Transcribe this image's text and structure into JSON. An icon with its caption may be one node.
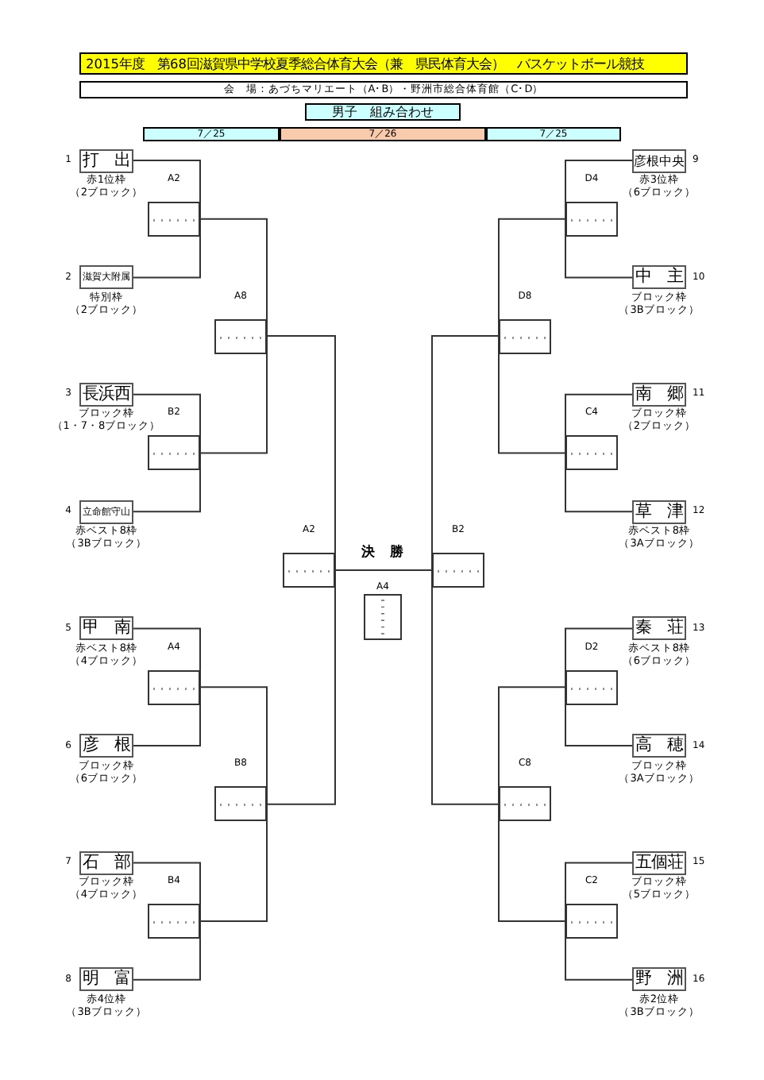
{
  "diagram": {
    "title": "2015年度　第68回滋賀県中学校夏季総合体育大会（兼　県民体育大会）　バスケットボール競技",
    "nodes": [
      {
        "text": [
          "打　出"
        ],
        "beside": [
          "1",
          "赤1位枠",
          "（2ブロック）"
        ]
      },
      {
        "text": [
          "滋賀大附属"
        ],
        "beside": [
          "2",
          "特別枠",
          "（2ブロック）"
        ]
      },
      {
        "text": [
          "長浜西"
        ],
        "beside": [
          "3",
          "ブロック枠",
          "（1・7・8ブロック）"
        ]
      },
      {
        "text": [
          "立命館守山"
        ],
        "beside": [
          "4",
          "赤ベスト8枠",
          "（3Bブロック）"
        ]
      },
      {
        "text": [
          "甲　南"
        ],
        "beside": [
          "5",
          "赤ベスト8枠",
          "（4ブロック）"
        ]
      },
      {
        "text": [
          "彦　根"
        ],
        "beside": [
          "6",
          "ブロック枠",
          "（6ブロック）"
        ]
      },
      {
        "text": [
          "石　部"
        ],
        "beside": [
          "7",
          "ブロック枠",
          "（4ブロック）"
        ]
      },
      {
        "text": [
          "明　富"
        ],
        "beside": [
          "8",
          "赤4位枠",
          "（3Bブロック）"
        ]
      },
      {
        "text": [
          "彦根中央"
        ],
        "beside": [
          "9",
          "赤3位枠",
          "（6ブロック）"
        ]
      },
      {
        "text": [
          "中　主"
        ],
        "beside": [
          "10",
          "ブロック枠",
          "（3Bブロック）"
        ]
      },
      {
        "text": [
          "南　郷"
        ],
        "beside": [
          "11",
          "ブロック枠",
          "（2ブロック）"
        ]
      },
      {
        "text": [
          "草　津"
        ],
        "beside": [
          "12",
          "赤ベスト8枠",
          "（3Aブロック）"
        ]
      },
      {
        "text": [
          "秦　荘"
        ],
        "beside": [
          "13",
          "赤ベスト8枠",
          "（6ブロック）"
        ]
      },
      {
        "text": [
          "高　穂"
        ],
        "beside": [
          "14",
          "ブロック枠",
          "（3Aブロック）"
        ]
      },
      {
        "text": [
          "五個荘"
        ],
        "beside": [
          "15",
          "ブロック枠",
          "（5ブロック）"
        ]
      },
      {
        "text": [
          "野　洲"
        ],
        "beside": [
          "16",
          "赤2位枠",
          "（3Bブロック）"
        ]
      },
      {
        "text": [],
        "shape": "box",
        "beside": [
          "A2"
        ]
      },
      {
        "text": [],
        "shape": "box",
        "beside": [
          "B2"
        ]
      },
      {
        "text": [],
        "shape": "box",
        "beside": [
          "A4"
        ]
      },
      {
        "text": [],
        "shape": "box",
        "beside": [
          "B4"
        ]
      },
      {
        "text": [],
        "shape": "box",
        "beside": [
          "A8"
        ]
      },
      {
        "text": [],
        "shape": "box",
        "beside": [
          "B8"
        ]
      },
      {
        "text": [],
        "shape": "box",
        "beside": [
          "A2"
        ]
      },
      {
        "text": [],
        "shape": "box",
        "beside": [
          "D4"
        ]
      },
      {
        "text": [],
        "shape": "box",
        "beside": [
          "C4"
        ]
      },
      {
        "text": [],
        "shape": "box",
        "beside": [
          "D2"
        ]
      },
      {
        "text": [],
        "shape": "box",
        "beside": [
          "C2"
        ]
      },
      {
        "text": [],
        "shape": "box",
        "beside": [
          "D8"
        ]
      },
      {
        "text": [],
        "shape": "box",
        "beside": [
          "C8"
        ]
      },
      {
        "text": [],
        "shape": "box",
        "beside": [
          "B2"
        ]
      },
      {
        "text": [],
        "shape": "box",
        "beside": [
          "A4"
        ]
      }
    ],
    "edges": [
      {
        "from": 0,
        "to": 16,
        "arrow": "none"
      },
      {
        "from": 1,
        "to": 16,
        "arrow": "none"
      },
      {
        "from": 2,
        "to": 17,
        "arrow": "none"
      },
      {
        "from": 3,
        "to": 17,
        "arrow": "none"
      },
      {
        "from": 4,
        "to": 18,
        "arrow": "none"
      },
      {
        "from": 5,
        "to": 18,
        "arrow": "none"
      },
      {
        "from": 6,
        "to": 19,
        "arrow": "none"
      },
      {
        "from": 7,
        "to": 19,
        "arrow": "none"
      },
      {
        "from": 16,
        "to": 20,
        "arrow": "none"
      },
      {
        "from": 17,
        "to": 20,
        "arrow": "none"
      },
      {
        "from": 18,
        "to": 21,
        "arrow": "none"
      },
      {
        "from": 19,
        "to": 21,
        "arrow": "none"
      },
      {
        "from": 20,
        "to": 22,
        "arrow": "none"
      },
      {
        "from": 21,
        "to": 22,
        "arrow": "none"
      },
      {
        "from": 8,
        "to": 23,
        "arrow": "none"
      },
      {
        "from": 9,
        "to": 23,
        "arrow": "none"
      },
      {
        "from": 10,
        "to": 24,
        "arrow": "none"
      },
      {
        "from": 11,
        "to": 24,
        "arrow": "none"
      },
      {
        "from": 12,
        "to": 25,
        "arrow": "none"
      },
      {
        "from": 13,
        "to": 25,
        "arrow": "none"
      },
      {
        "from": 14,
        "to": 26,
        "arrow": "none"
      },
      {
        "from": 15,
        "to": 26,
        "arrow": "none"
      },
      {
        "from": 23,
        "to": 27,
        "arrow": "none"
      },
      {
        "from": 24,
        "to": 27,
        "arrow": "none"
      },
      {
        "from": 25,
        "to": 28,
        "arrow": "none"
      },
      {
        "from": 26,
        "to": 28,
        "arrow": "none"
      },
      {
        "from": 27,
        "to": 29,
        "arrow": "none"
      },
      {
        "from": 28,
        "to": 29,
        "arrow": "none"
      },
      {
        "from": 22,
        "to": 29,
        "arrow": "none"
      }
    ],
    "labels": [
      "会　場：あづちマリエート（A･B）・野洲市総合体育館（C･D）",
      "男子　組み合わせ",
      "7／25",
      "7／26",
      "7／25",
      "決　勝"
    ]
  }
}
